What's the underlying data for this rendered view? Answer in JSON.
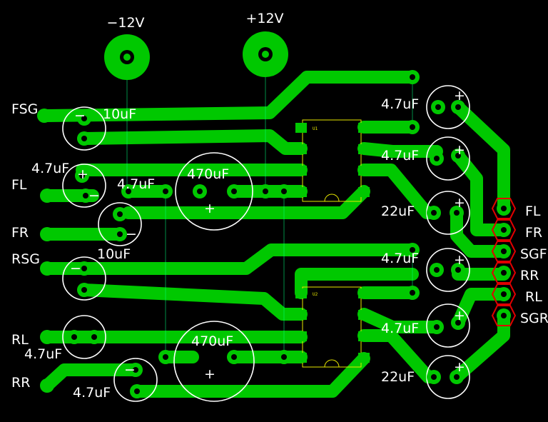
{
  "power": {
    "negative": "−12V",
    "positive": "+12V"
  },
  "inputs": [
    "FSG",
    "FL",
    "FR",
    "RSG",
    "RL",
    "RR"
  ],
  "connector_labels": [
    "FL",
    "FR",
    "SGF",
    "RR",
    "RL",
    "SGR"
  ],
  "capacitors": {
    "c_10uF_top": "10uF",
    "c_4u7_fl": "4.7uF",
    "c_4u7_mid": "4.7uF",
    "c_10uF_low": "10uF",
    "c_470_top": "470uF",
    "c_470_bottom": "470uF",
    "c_4u7_rl": "4.7uF",
    "c_4u7_rr": "4.7uF",
    "r_4u7_1": "4.7uF",
    "r_4u7_2": "4.7uF",
    "r_22_1": "22uF",
    "r_4u7_3": "4.7uF",
    "r_4u7_4": "4.7uF",
    "r_22_2": "22uF"
  },
  "polarity": {
    "minus": "−",
    "plus": "+"
  },
  "colors": {
    "copper": "#00c800",
    "silkscreen": "#ffffff",
    "ic_outline": "#e8e800",
    "connector_outline": "#e00000",
    "background": "#000000"
  }
}
